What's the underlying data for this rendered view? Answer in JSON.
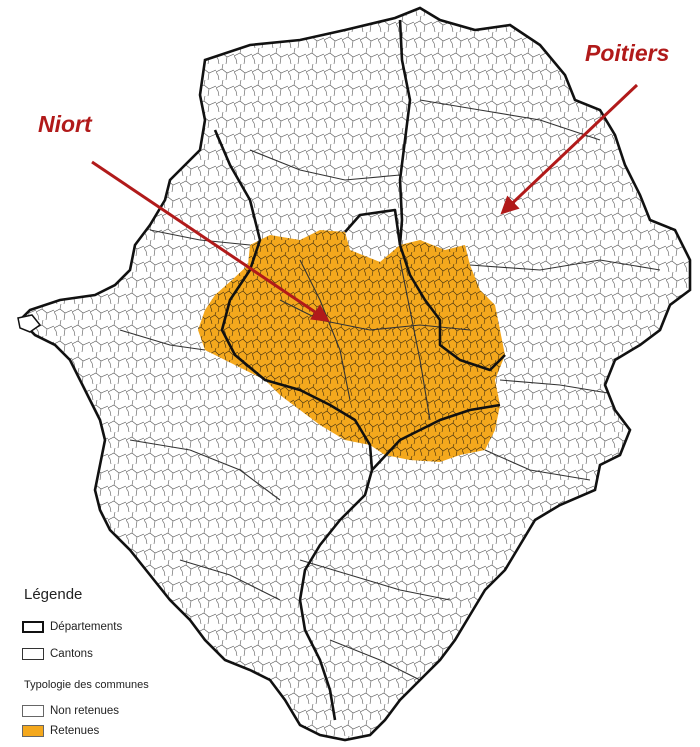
{
  "map": {
    "labels": {
      "niort": "Niort",
      "poitiers": "Poitiers"
    },
    "legend": {
      "title": "Légende",
      "departements": "Départements",
      "cantons": "Cantons",
      "typologie_title": "Typologie des communes",
      "non_retenues": "Non retenues",
      "retenues": "Retenues"
    },
    "colors": {
      "retenues_fill": "#f4a81d",
      "non_retenues_fill": "#ffffff",
      "boundary": "#222222",
      "arrow": "#b11a1a",
      "label_text": "#b11a1a"
    },
    "icons": [
      "arrow-icon"
    ]
  }
}
